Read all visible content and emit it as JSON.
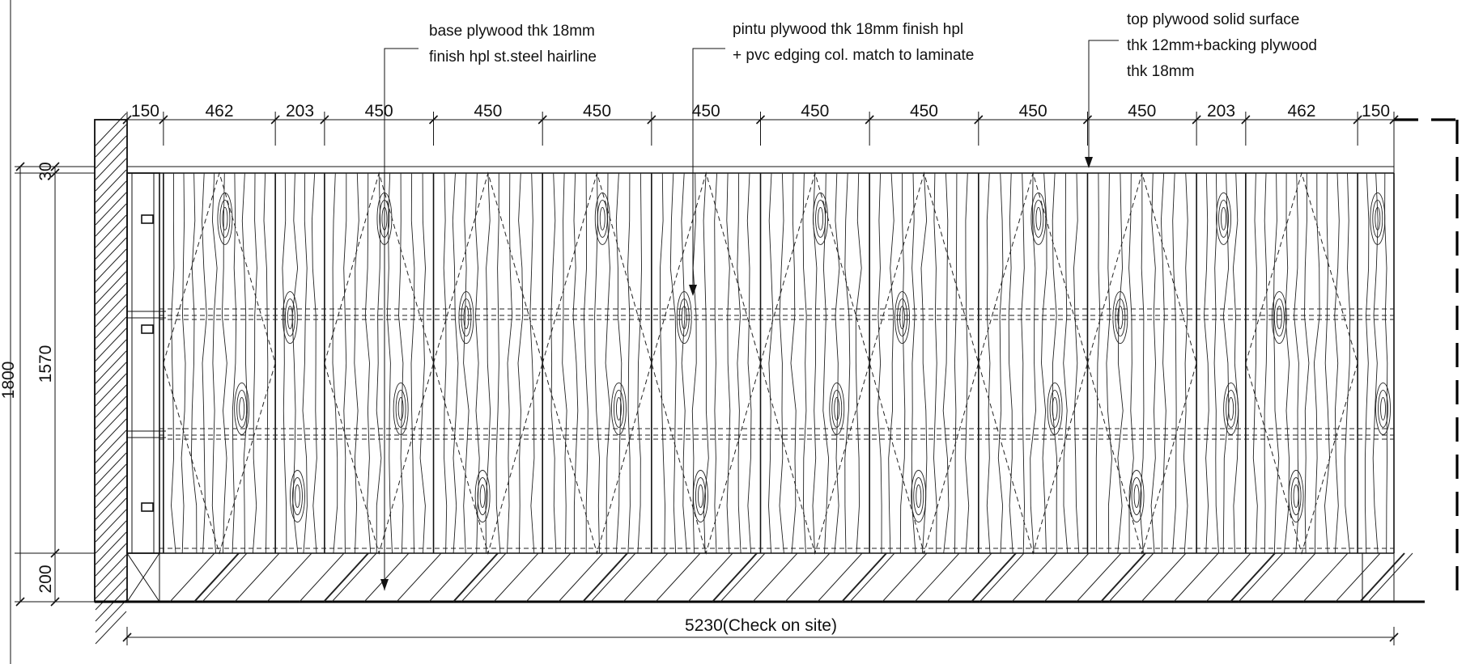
{
  "notes": {
    "base": {
      "line1": "base plywood thk 18mm",
      "line2": "finish hpl st.steel hairline"
    },
    "door": {
      "line1": "pintu plywood thk 18mm finish hpl",
      "line2": "+ pvc edging col. match to laminate"
    },
    "top": {
      "line1": "top plywood solid surface",
      "line2": "thk 12mm+backing plywood",
      "line3": "thk 18mm"
    }
  },
  "horizontal_dimensions": [
    "150",
    "462",
    "203",
    "450",
    "450",
    "450",
    "450",
    "450",
    "450",
    "450",
    "450",
    "203",
    "462",
    "150"
  ],
  "vertical_dimensions": {
    "top_strip": "30",
    "middle": "1570",
    "base": "200",
    "overall": "1800"
  },
  "overall_width": "5230(Check on site)",
  "colors": {
    "ink": "#111111",
    "background": "#ffffff"
  }
}
